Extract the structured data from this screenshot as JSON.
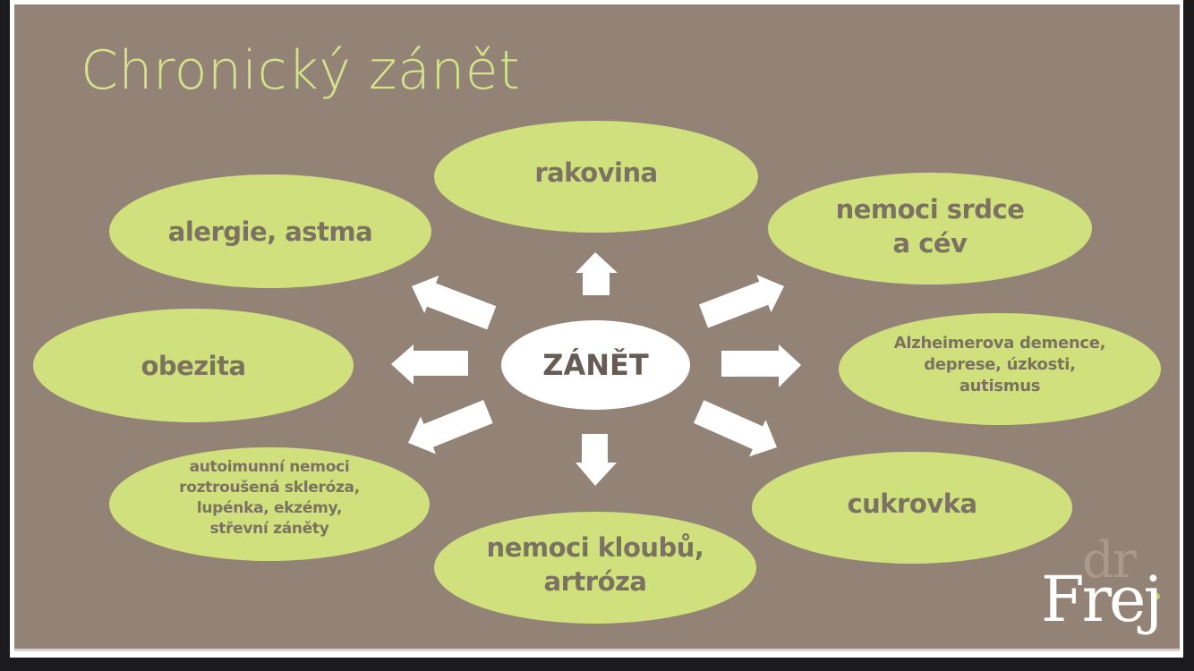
{
  "slide": {
    "title": "Chronický zánět",
    "colors": {
      "outer_background": "#1b1b1d",
      "frame": "#ffffff",
      "slide_background": "#938377",
      "title": "#d4e48a",
      "node_fill": "#cfe07c",
      "node_text": "#7c7262",
      "center_fill": "#ffffff",
      "center_text": "#675b56",
      "arrow": "#ffffff"
    }
  },
  "diagram": {
    "center": {
      "label": "ZÁNĚT"
    },
    "nodes": [
      {
        "id": "rakovina",
        "lines": [
          "rakovina"
        ]
      },
      {
        "id": "nemoci-srdce",
        "lines": [
          "nemoci srdce",
          "a cév"
        ]
      },
      {
        "id": "alzheimer",
        "lines": [
          "Alzheimerova demence,",
          "deprese, úzkosti,",
          "autismus"
        ]
      },
      {
        "id": "cukrovka",
        "lines": [
          "cukrovka"
        ]
      },
      {
        "id": "nemoci-kloubu",
        "lines": [
          "nemoci kloubů,",
          "artróza"
        ]
      },
      {
        "id": "autoimunni",
        "lines": [
          "autoimunní nemoci",
          "roztroušená skleróza,",
          "lupénka, ekzémy,",
          "střevní záněty"
        ]
      },
      {
        "id": "obezita",
        "lines": [
          "obezita"
        ]
      },
      {
        "id": "alergie",
        "lines": [
          "alergie, astma"
        ]
      }
    ],
    "arrows": [
      {
        "direction": "up",
        "target": "rakovina"
      },
      {
        "direction": "up-right",
        "target": "nemoci-srdce"
      },
      {
        "direction": "right",
        "target": "alzheimer"
      },
      {
        "direction": "down-right",
        "target": "cukrovka"
      },
      {
        "direction": "down",
        "target": "nemoci-kloubu"
      },
      {
        "direction": "down-left",
        "target": "autoimunni"
      },
      {
        "direction": "left",
        "target": "obezita"
      },
      {
        "direction": "up-left",
        "target": "alergie"
      }
    ]
  },
  "logo": {
    "prefix": "dr",
    "name": "Frej"
  }
}
